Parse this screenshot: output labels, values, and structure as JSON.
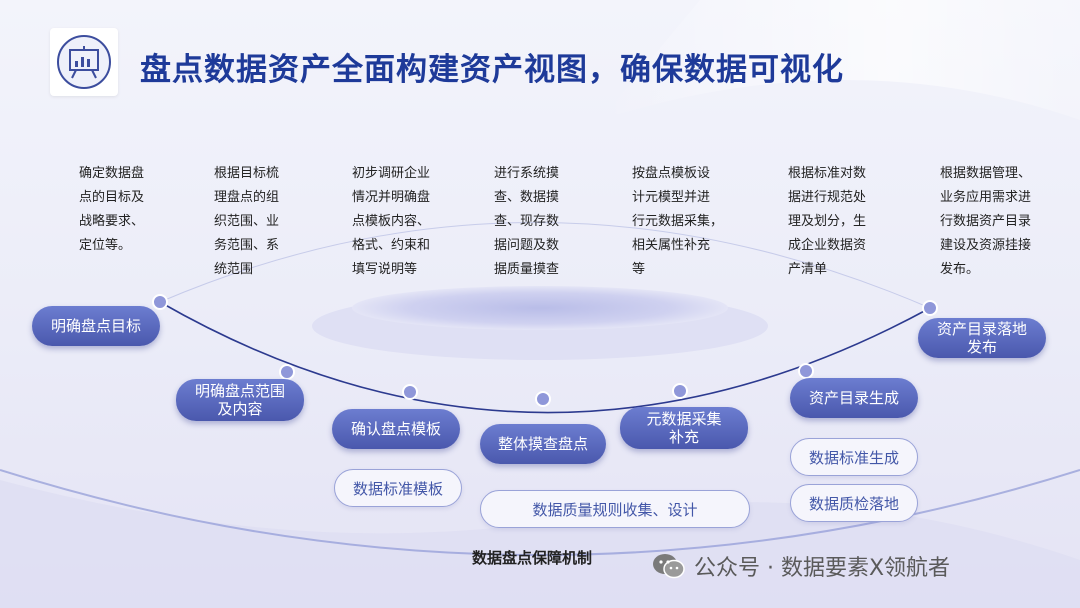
{
  "header": {
    "title": "盘点数据资产全面构建资产视图，确保数据可视化",
    "logo_icon": "presentation-board-icon"
  },
  "descriptions": [
    "确定数据盘\n点的目标及\n战略要求、\n定位等。",
    "根据目标梳\n理盘点的组\n织范围、业\n务范围、系\n统范围",
    "初步调研企业\n情况并明确盘\n点模板内容、\n格式、约束和\n填写说明等",
    "进行系统摸\n查、数据摸\n查、现存数\n据问题及数\n据质量摸查",
    "按盘点模板设\n计元模型并进\n行元数据采集，\n相关属性补充\n等",
    "根据标准对数\n据进行规范处\n理及划分，生\n成企业数据资\n产清单",
    "根据数据管理、\n业务应用需求进\n行数据资产目录\n建设及资源挂接\n发布。"
  ],
  "steps": [
    "明确盘点目标",
    "明确盘点范围\n及内容",
    "确认盘点模板",
    "整体摸查盘点",
    "元数据采集\n补充",
    "资产目录生成",
    "资产目录落地\n发布"
  ],
  "outputs": [
    "数据标准模板",
    "数据质量规则收集、设计",
    "数据标准生成",
    "数据质检落地"
  ],
  "footer": {
    "label": "数据盘点保障机制"
  },
  "watermark": {
    "icon": "wechat-icon",
    "text": "公众号 · 数据要素X领航者"
  },
  "colors": {
    "title": "#1e3a99",
    "pill": "#5565b8",
    "outline": "#9aa3d8"
  }
}
